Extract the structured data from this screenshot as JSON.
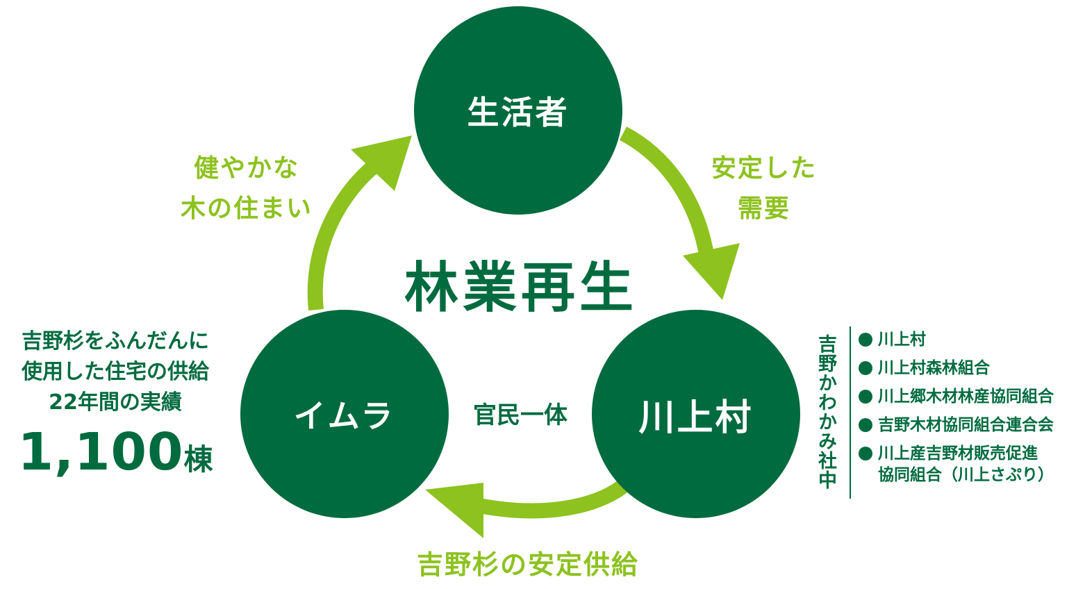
{
  "colors": {
    "dark_green": "#006b3f",
    "lime_green": "#8dc21f",
    "background": "#ffffff"
  },
  "nodes": {
    "top": "生活者",
    "bottom_left": "イムラ",
    "bottom_right": "川上村"
  },
  "arrows": {
    "left_to_top": [
      "健やかな",
      "木の住まい"
    ],
    "top_to_right": [
      "安定した",
      "需要"
    ],
    "right_to_left": "吉野杉の安定供給"
  },
  "center": {
    "title": "林業再生",
    "subtitle": "官民一体"
  },
  "stats": {
    "lines": [
      "吉野杉をふんだんに",
      "使用した住宅の供給",
      "22年間の実績"
    ],
    "value": "1,100",
    "unit": "棟"
  },
  "group": {
    "vertical_label": "吉野かわかみ社中",
    "members": [
      "川上村",
      "川上村森林組合",
      "川上郷木材林産協同組合",
      "吉野木材協同組合連合会",
      [
        "川上産吉野材販売促進",
        "協同組合（川上さぷり）"
      ]
    ]
  }
}
